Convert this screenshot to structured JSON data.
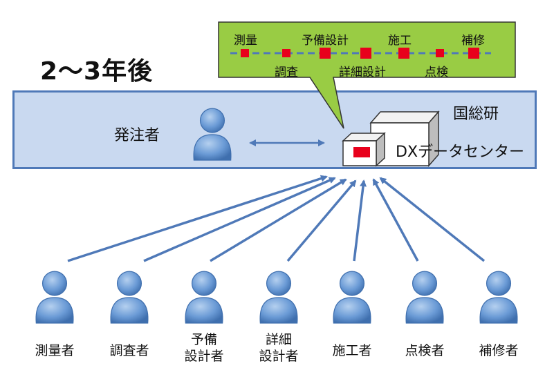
{
  "title": "2～3年後",
  "timeline": {
    "top_labels": [
      "測量",
      "予備設計",
      "施工",
      "補修"
    ],
    "bottom_labels": [
      "調査",
      "詳細設計",
      "点検"
    ]
  },
  "client": {
    "label": "発注者"
  },
  "organization": {
    "label": "国総研"
  },
  "data_center": {
    "label": "DXデータセンター"
  },
  "workers": [
    {
      "line1": "測量者",
      "line2": ""
    },
    {
      "line1": "調査者",
      "line2": ""
    },
    {
      "line1": "予備",
      "line2": "設計者"
    },
    {
      "line1": "詳細",
      "line2": "設計者"
    },
    {
      "line1": "施工者",
      "line2": ""
    },
    {
      "line1": "点検者",
      "line2": ""
    },
    {
      "line1": "補修者",
      "line2": ""
    }
  ],
  "colors": {
    "band_fill": "#c9d9f0",
    "band_border": "#4f79b8",
    "callout_fill": "#99cc44",
    "marker": "#e8001c",
    "person": "#5b8fce",
    "arrow": "#4f79b8"
  }
}
